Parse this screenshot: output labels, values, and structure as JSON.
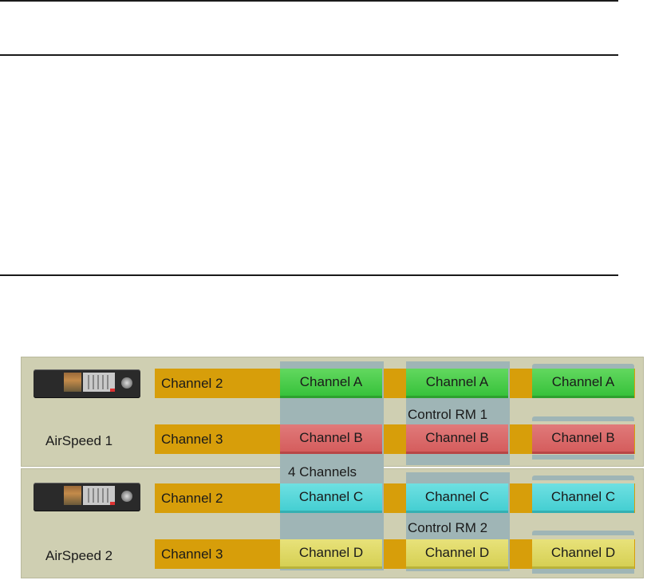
{
  "colors": {
    "panel": "#cfcfb2",
    "source_channel": "#d79e0a",
    "hub": "#9fb5b6",
    "channel_a": "#45c848",
    "channel_b": "#d86262",
    "channel_c": "#4cd3d6",
    "channel_d": "#dcd65e"
  },
  "panels": [
    {
      "device_label": "AirSpeed 1",
      "device_icon": "airspeed-server-icon",
      "source_channels": [
        "Channel 2",
        "Channel 3"
      ],
      "router_outputs": [
        "Channel A",
        "Channel B"
      ],
      "control_room": {
        "label": "Control RM 1",
        "outputs": [
          "Channel A",
          "Channel B"
        ]
      },
      "destination_outputs": [
        "Channel A",
        "Channel B"
      ]
    },
    {
      "device_label": "AirSpeed 2",
      "device_icon": "airspeed-server-icon",
      "source_channels": [
        "Channel 2",
        "Channel 3"
      ],
      "router_outputs": [
        "Channel C",
        "Channel D"
      ],
      "control_room": {
        "label": "Control RM 2",
        "outputs": [
          "Channel C",
          "Channel D"
        ]
      },
      "destination_outputs": [
        "Channel C",
        "Channel D"
      ]
    }
  ],
  "router_label": "4 Channels"
}
